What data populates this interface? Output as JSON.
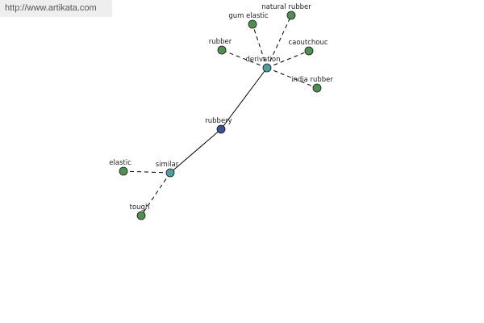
{
  "watermark": {
    "link_text": "http://www.artikata.com"
  },
  "colors": {
    "center_node": "#3f4f8f",
    "relation_node": "#4f9f9f",
    "leaf_node": "#4f8f4f",
    "edge": "#000000"
  },
  "graph": {
    "center": {
      "id": "rubbery",
      "label": "rubbery"
    },
    "relations": [
      {
        "id": "derivation",
        "label": "derivation"
      },
      {
        "id": "similar",
        "label": "similar"
      }
    ],
    "leaves": [
      {
        "id": "gum-elastic",
        "label": "gum elastic",
        "relation": "derivation"
      },
      {
        "id": "natural-rubber",
        "label": "natural rubber",
        "relation": "derivation"
      },
      {
        "id": "rubber",
        "label": "rubber",
        "relation": "derivation"
      },
      {
        "id": "caoutchouc",
        "label": "caoutchouc",
        "relation": "derivation"
      },
      {
        "id": "india-rubber",
        "label": "india rubber",
        "relation": "derivation"
      },
      {
        "id": "elastic",
        "label": "elastic",
        "relation": "similar"
      },
      {
        "id": "tough",
        "label": "tough",
        "relation": "similar"
      }
    ]
  }
}
